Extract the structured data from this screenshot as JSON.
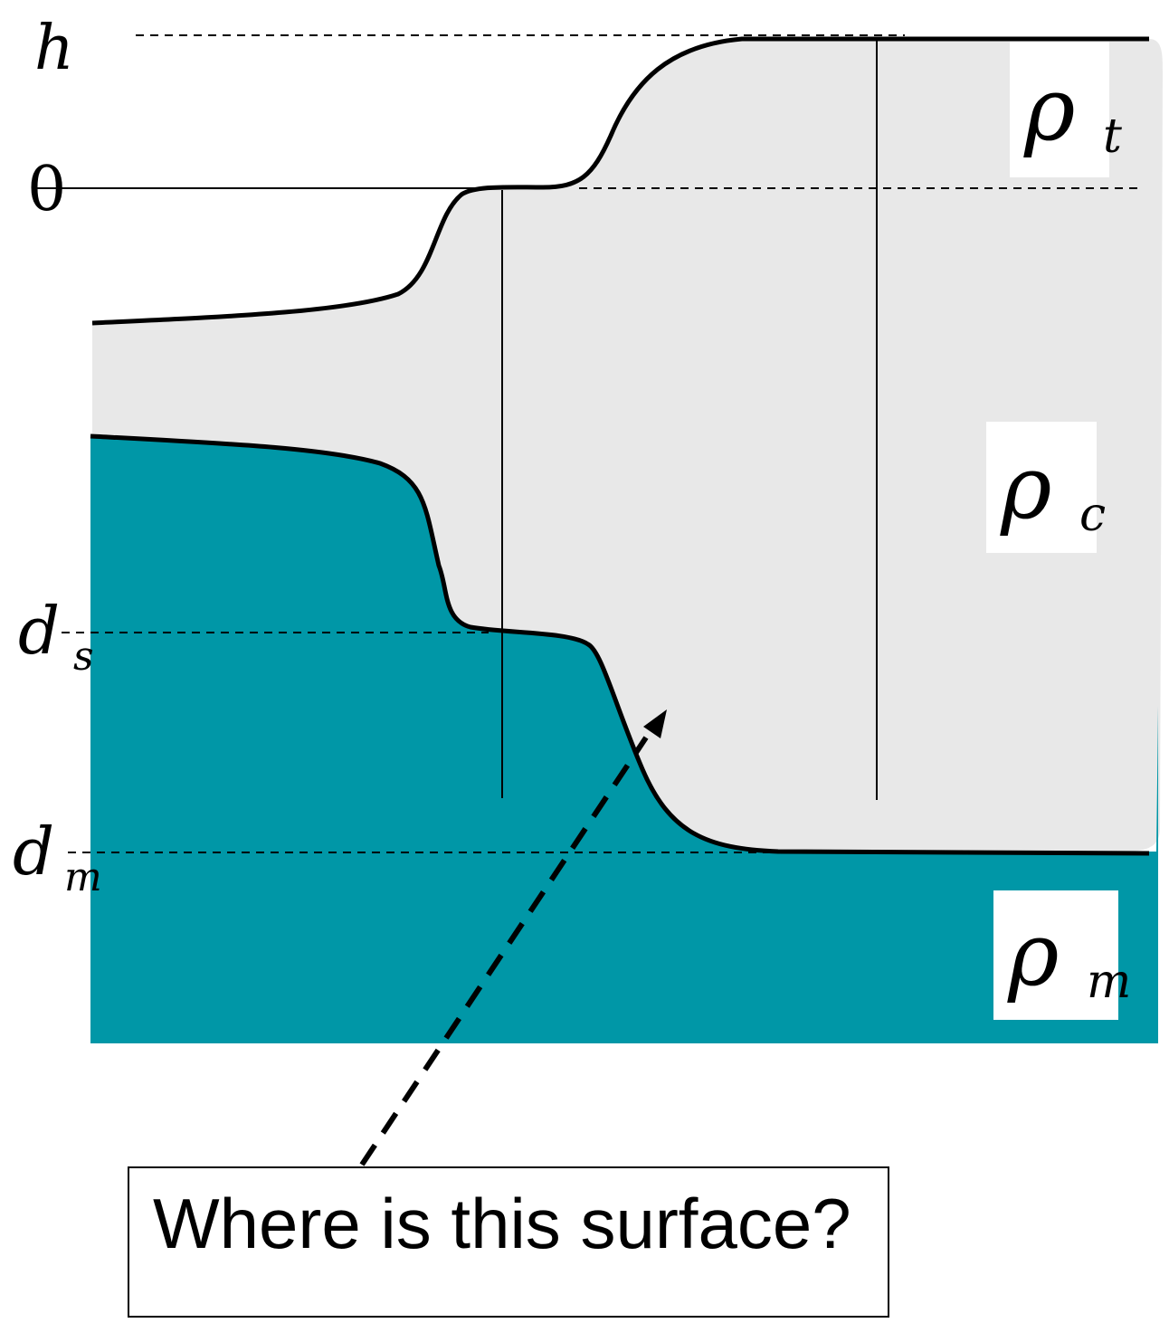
{
  "labels": {
    "h": "h",
    "zero": "0",
    "d_s": {
      "base": "d",
      "sub": "s"
    },
    "d_m": {
      "base": "d",
      "sub": "m"
    }
  },
  "layers": {
    "topography": {
      "symbol": "ρ",
      "sub": "t"
    },
    "crust": {
      "symbol": "ρ",
      "sub": "c"
    },
    "mantle": {
      "symbol": "ρ",
      "sub": "m"
    }
  },
  "colors": {
    "crust_fill": "#e8e8e8",
    "mantle_fill": "#0097a7",
    "outline": "#000000"
  },
  "callout": {
    "question": "Where is this surface?"
  }
}
